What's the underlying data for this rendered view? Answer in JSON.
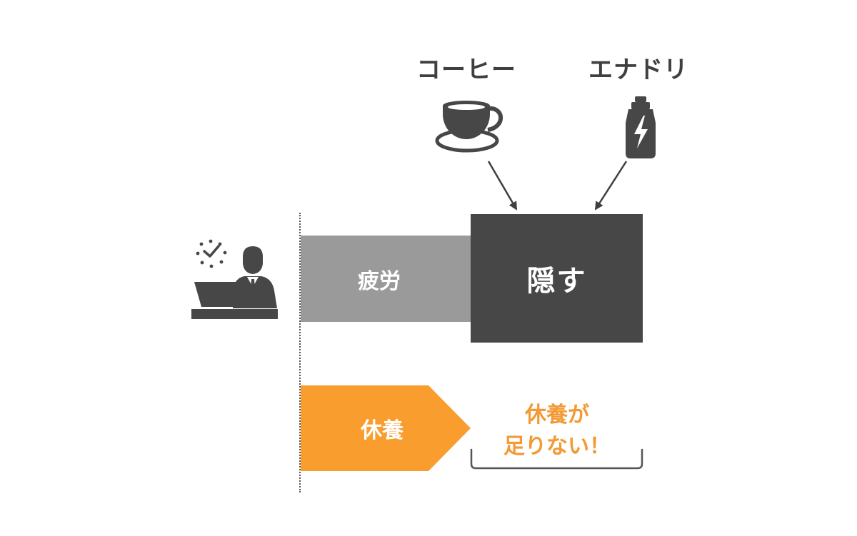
{
  "labels": {
    "coffee": "コーヒー",
    "energy_drink": "エナドリ",
    "fatigue": "疲労",
    "hide": "隠す",
    "rest": "休養",
    "warning_line1": "休養が",
    "warning_line2": "足りない！"
  },
  "icons": {
    "worker": "person-at-laptop-icon",
    "clock": "clock-check-icon",
    "coffee": "coffee-cup-icon",
    "energy_drink": "energy-drink-bottle-icon"
  },
  "colors": {
    "dark": "#474747",
    "gray": "#9a9a9a",
    "orange": "#f99d2f",
    "text_dark": "#3f3f3f"
  }
}
